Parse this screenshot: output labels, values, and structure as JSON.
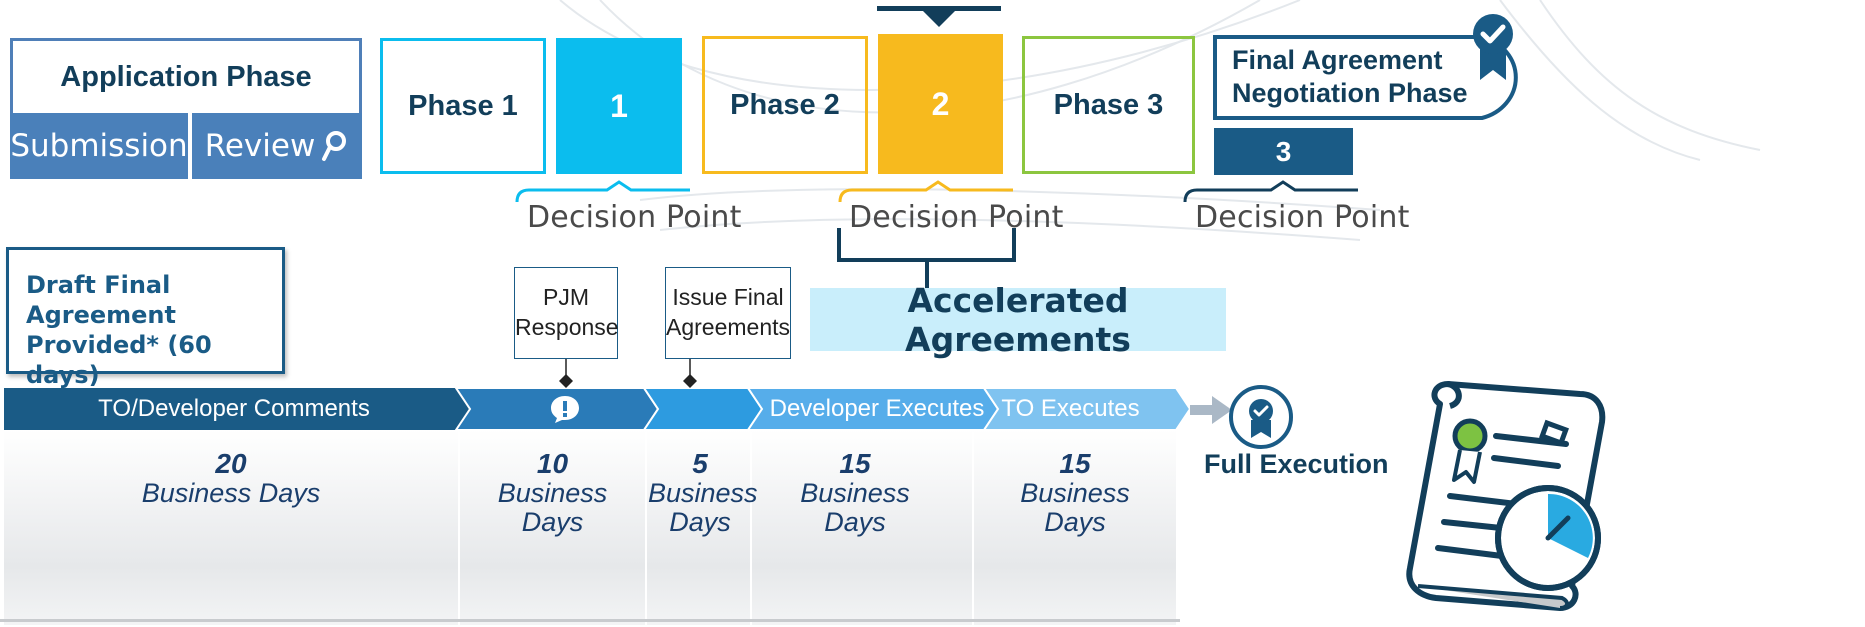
{
  "application_phase": {
    "title": "Application Phase",
    "submission_label": "Submission",
    "review_label": "Review"
  },
  "phases": [
    {
      "label": "Phase 1",
      "number": "1",
      "color": "#0bbdee"
    },
    {
      "label": "Phase 2",
      "number": "2",
      "color": "#f7ba1e"
    },
    {
      "label": "Phase 3",
      "color": "#8cc63f"
    }
  ],
  "final_negotiation": {
    "title_line1": "Final Agreement",
    "title_line2": "Negotiation Phase",
    "number": "3"
  },
  "decision_point_label": "Decision Point",
  "accelerated_label": "Accelerated Agreements",
  "draft_box": {
    "line1": "Draft Final",
    "line2": "Agreement",
    "line3": "Provided* (60 days)"
  },
  "callouts": {
    "pjm_line1": "PJM",
    "pjm_line2": "Response",
    "issue_line1": "Issue Final",
    "issue_line2": "Agreements"
  },
  "timeline": [
    {
      "label": "TO/Developer Comments",
      "days": "20",
      "unit_line1": "Business Days",
      "color": "#1a5b86"
    },
    {
      "label": "",
      "days": "10",
      "unit_line1": "Business",
      "unit_line2": "Days",
      "color": "#2a7bb8"
    },
    {
      "label": "",
      "days": "5",
      "unit_line1": "Business",
      "unit_line2": "Days",
      "color": "#2d9be0"
    },
    {
      "label": "Developer Executes",
      "days": "15",
      "unit_line1": "Business",
      "unit_line2": "Days",
      "color": "#56adea"
    },
    {
      "label": "TO Executes",
      "days": "15",
      "unit_line1": "Business",
      "unit_line2": "Days",
      "color": "#7fc3f0"
    }
  ],
  "full_execution_label": "Full Execution",
  "icons": [
    "search-icon",
    "info-bubble-icon",
    "award-badge-icon",
    "checkmark-ribbon-icon",
    "contract-stopwatch-icon"
  ]
}
